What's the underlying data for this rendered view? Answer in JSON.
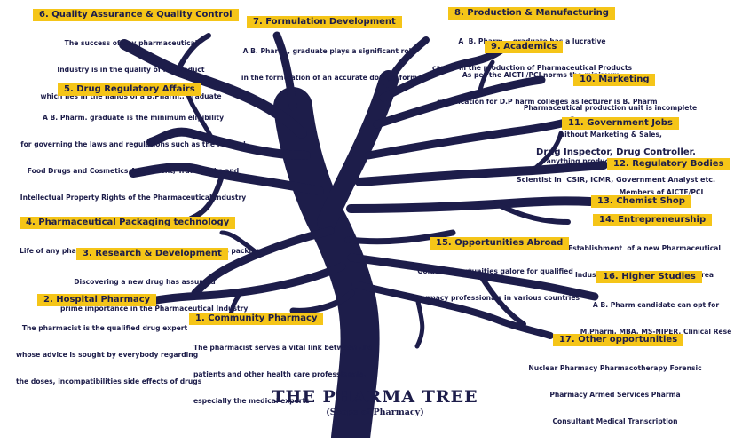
{
  "colors": {
    "trunk": "#1d1d4a",
    "label_bg": "#F5C518",
    "text": "#1d1d4a"
  },
  "title": "THE PHARMA TREE",
  "subtitle": "(Scope of Pharmacy)",
  "items": [
    {
      "label": "6.  Quality Assurance & Quality Control",
      "desc": [
        "The success of any pharmaceutical",
        "Industry is in the quality of its product",
        "which lies in the hands of a B.Pharm., graduate"
      ]
    },
    {
      "label": "7.  Formulation Development",
      "desc": [
        "A B. Pharm., graduate plays a significant role",
        "in the formulation of an accurate dosage form"
      ]
    },
    {
      "label": "8.  Production & Manufacturing",
      "desc": [
        "A  B. Pharm.,  graduate has a lucrative",
        "career in the production of Pharmaceutical Products"
      ]
    },
    {
      "label": "9.  Academics",
      "desc": [
        "As per the AICTI /PCI norms the minimum",
        "qualification for D.P harm colleges as lecturer is B. Pharm"
      ]
    },
    {
      "label": "5.  Drug Regulatory Affairs",
      "desc": [
        "A B. Pharm. graduate is the minimum eligibility",
        "for governing the laws and regulations such as the Federal",
        "Food Drugs and Cosmetics Act, Patent, Trademarks and",
        "Intellectual Property Rights of the Pharmaceutical Industry"
      ]
    },
    {
      "label": "10. Marketing",
      "desc": [
        "Pharmaceutical production unit is incomplete",
        "without Marketing & Sales,",
        "anything produced has to be sold"
      ]
    },
    {
      "label": "11. Government Jobs",
      "desc": [
        "Drug Inspector, Drug Controller.",
        "Scientist in  CSIR, ICMR, Government Analyst etc."
      ]
    },
    {
      "label": "12.  Regulatory Bodies",
      "desc": [
        "Members of AICTE/PCI"
      ]
    },
    {
      "label": "13.     Chemist Shop",
      "desc": []
    },
    {
      "label": "4.  Pharmaceutical Packaging technology",
      "desc": [
        "Life of any pharmaceutical product depending upon its packing"
      ]
    },
    {
      "label": "14.  Entrepreneurship",
      "desc": [
        "Establishment  of a new Pharmaceutical",
        "Industry is another challenging area"
      ]
    },
    {
      "label": "15.  Opportunities Abroad",
      "desc": [
        "Golden opportunities galore for qualified",
        "Pharmacy professionals in various countries"
      ]
    },
    {
      "label": "3.  Research & Development",
      "desc": [
        "Discovering a new drug has assumed",
        "prime importance in the Pharmaceutical Industry"
      ]
    },
    {
      "label": "16.  Higher Studies",
      "desc": [
        "A B. Pharm candidate can opt for",
        "M.Pharm, MBA, MS-NIPER. Clinical Rese"
      ]
    },
    {
      "label": "2.  Hospital Pharmacy",
      "desc": [
        "The pharmacist is the qualified drug expert",
        "whose advice is sought by everybody regarding",
        "the doses, incompatibilities side effects of drugs"
      ]
    },
    {
      "label": "1.  Community Pharmacy",
      "desc": [
        "The pharmacist serves a vital link between the",
        "patients and other health care professionals,",
        "especially the medical experts"
      ]
    },
    {
      "label": "17. Other  opportunities",
      "desc": [
        "Nuclear Pharmacy Pharmacotherapy Forensic",
        "Pharmacy Armed Services Pharma",
        "Consultant Medical Transcription"
      ]
    }
  ]
}
